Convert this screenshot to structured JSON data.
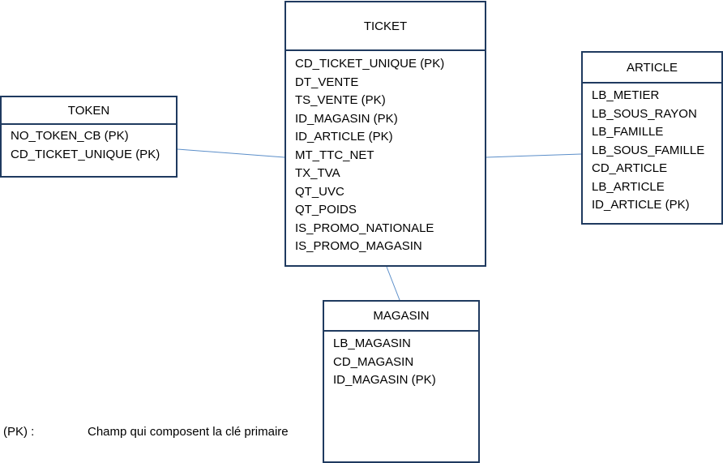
{
  "colors": {
    "border": "#1f3a5f",
    "link": "#5b8ec9",
    "text": "#000000",
    "background": "#ffffff"
  },
  "entities": {
    "ticket": {
      "name": "TICKET",
      "fields": [
        "CD_TICKET_UNIQUE (PK)",
        "DT_VENTE",
        "TS_VENTE (PK)",
        "ID_MAGASIN (PK)",
        "ID_ARTICLE (PK)",
        "MT_TTC_NET",
        "TX_TVA",
        "QT_UVC",
        "QT_POIDS",
        "IS_PROMO_NATIONALE",
        "IS_PROMO_MAGASIN"
      ]
    },
    "token": {
      "name": "TOKEN",
      "fields": [
        "NO_TOKEN_CB (PK)",
        "CD_TICKET_UNIQUE (PK)"
      ]
    },
    "article": {
      "name": "ARTICLE",
      "fields": [
        "LB_METIER",
        "LB_SOUS_RAYON",
        "LB_FAMILLE",
        "LB_SOUS_FAMILLE",
        "CD_ARTICLE",
        "LB_ARTICLE",
        "ID_ARTICLE (PK)"
      ]
    },
    "magasin": {
      "name": "MAGASIN",
      "fields": [
        "LB_MAGASIN",
        "CD_MAGASIN",
        "ID_MAGASIN (PK)"
      ]
    }
  },
  "links": [
    {
      "from": "token",
      "to": "ticket"
    },
    {
      "from": "ticket",
      "to": "article"
    },
    {
      "from": "ticket",
      "to": "magasin"
    }
  ],
  "legend": {
    "key": "(PK) :",
    "description": "Champ qui composent la clé primaire"
  }
}
